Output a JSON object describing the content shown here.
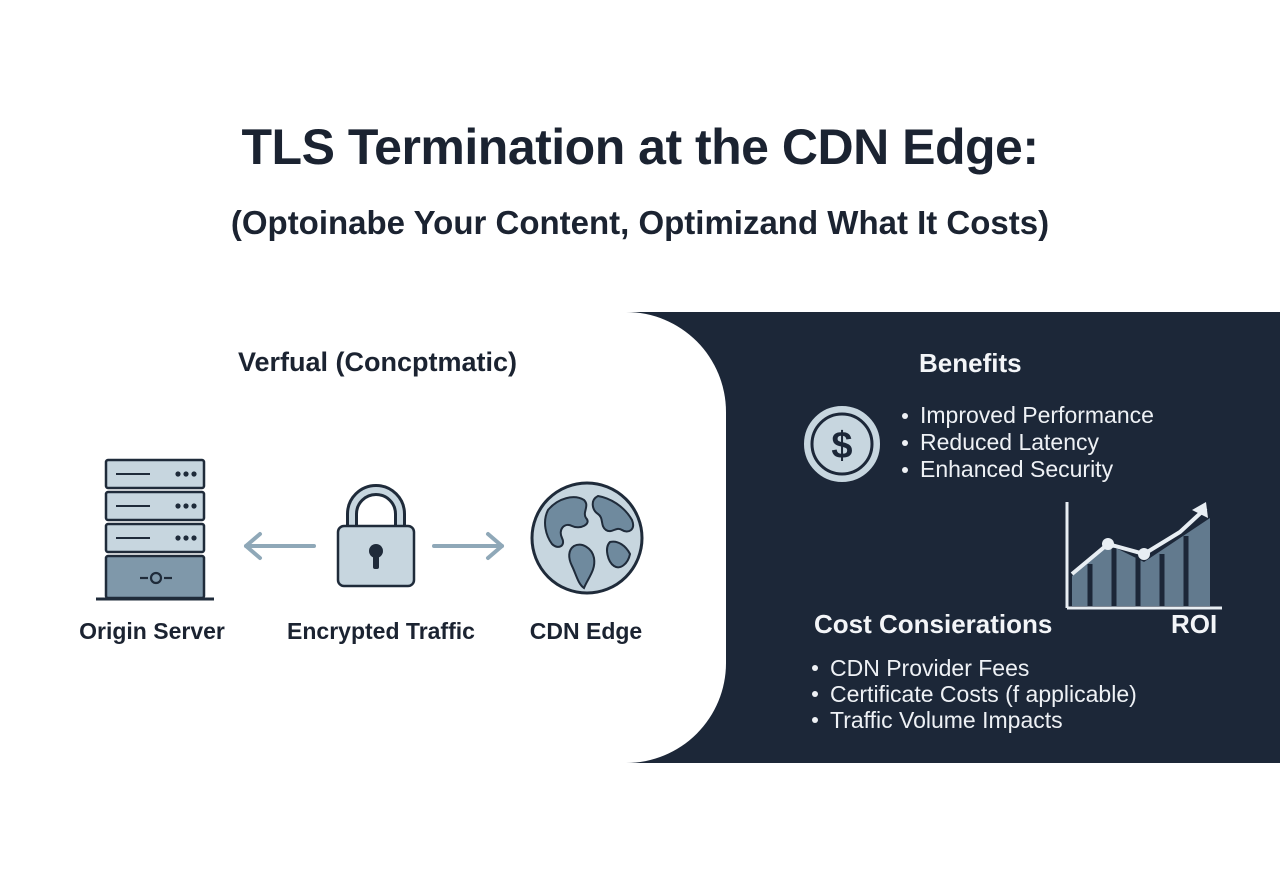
{
  "title": "TLS Termination at the CDN Edge:",
  "subtitle": "(Optoinabe Your Content, Optimizand What It Costs)",
  "conceptual": {
    "heading": "Verfual (Concptmatic)",
    "nodes": {
      "origin": "Origin Server",
      "traffic": "Encrypted Traffic",
      "edge": "CDN Edge"
    }
  },
  "benefits": {
    "heading": "Benefits",
    "items": [
      "Improved Performance",
      "Reduced Latency",
      "Enhanced Security"
    ]
  },
  "costs": {
    "heading": "Cost Consierations",
    "roi_label": "ROI",
    "items": [
      "CDN Provider Fees",
      "Certificate Costs (f applicable)",
      "Traffic Volume Impacts"
    ]
  },
  "colors": {
    "dark_panel": "#1c2738",
    "icon_fill": "#c7d6df",
    "icon_stroke": "#1f2b3a",
    "arrow": "#8fa8b8",
    "chart_line": "#e8eef3"
  },
  "icons": [
    "server-icon",
    "lock-icon",
    "globe-icon",
    "dollar-icon",
    "chart-icon",
    "arrow-left-icon",
    "arrow-right-icon"
  ]
}
